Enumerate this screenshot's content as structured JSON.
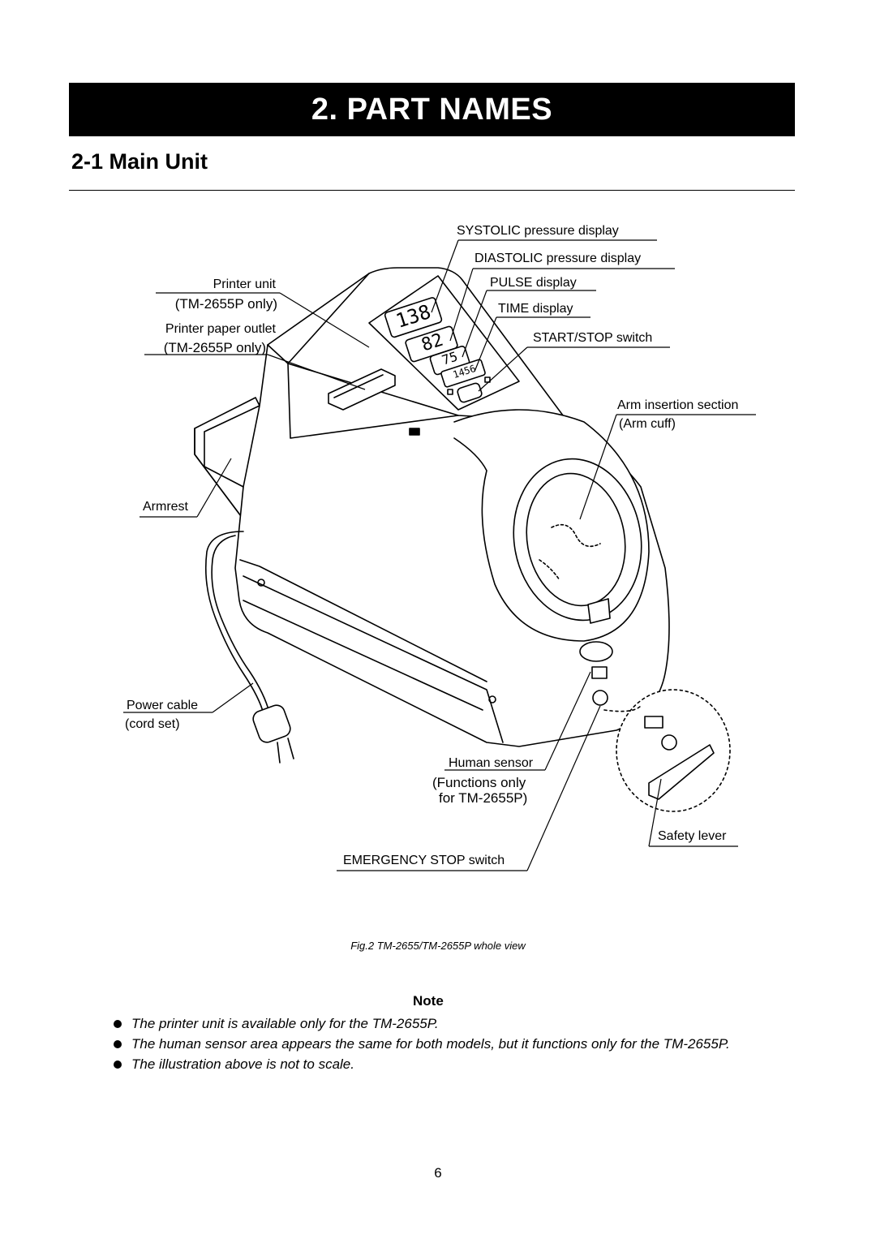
{
  "chapter": {
    "title": "2.  PART NAMES"
  },
  "section": {
    "title": "2-1  Main Unit"
  },
  "figure": {
    "labels": {
      "systolic": "SYSTOLIC pressure display",
      "diastolic": "DIASTOLIC pressure display",
      "pulse": "PULSE display",
      "time": "TIME display",
      "start_stop": "START/STOP switch",
      "printer_unit": "Printer unit",
      "printer_unit_note": "(TM-2655P only)",
      "paper_outlet": "Printer paper outlet",
      "paper_outlet_note": "(TM-2655P only)",
      "arm_insertion": "Arm insertion section",
      "arm_cuff": "(Arm cuff)",
      "armrest": "Armrest",
      "power_cable": "Power cable",
      "cord_set": "(cord set)",
      "human_sensor": "Human sensor",
      "functions_only_1": "(Functions only",
      "functions_only_2": "for TM-2655P)",
      "safety_lever": "Safety lever",
      "emergency_stop": "EMERGENCY STOP switch"
    },
    "display_values": {
      "systolic": "138",
      "diastolic": "82",
      "pulse": "75",
      "time": "1456"
    },
    "caption": "Fig.2 TM-2655/TM-2655P whole view"
  },
  "note": {
    "heading": "Note",
    "items": [
      "The printer unit is available only for the TM-2655P.",
      "The human sensor area appears the same for both models, but it functions only for the TM-2655P.",
      "The illustration above is not to scale."
    ]
  },
  "page_number": "6"
}
